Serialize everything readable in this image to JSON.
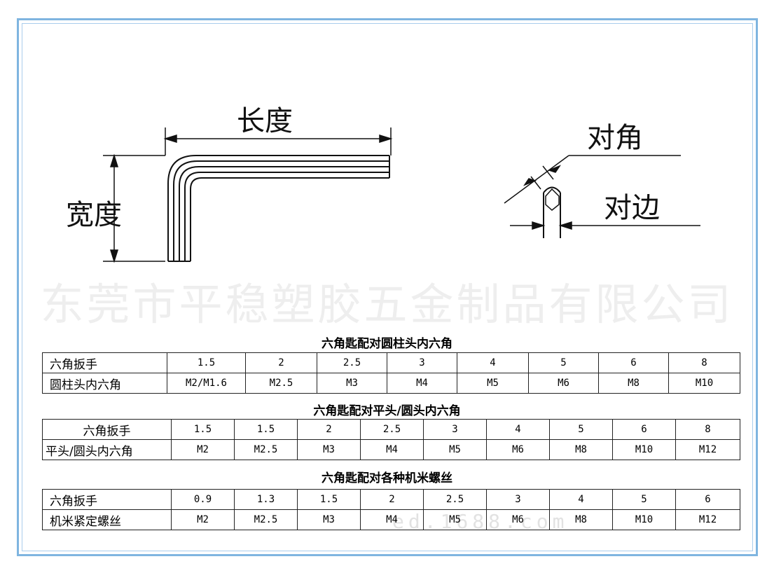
{
  "diagram": {
    "length_label": "长度",
    "width_label": "宽度",
    "across_corners_label": "对角",
    "across_flats_label": "对边"
  },
  "watermark": "东莞市平稳塑胶五金制品有限公司",
  "watermark_url": "ed.1688.com",
  "tables": [
    {
      "title": "六角匙配对圆柱头内六角",
      "row1_label": "六角扳手",
      "row2_label": "圆柱头内六角",
      "wrench": [
        "1.5",
        "2",
        "2.5",
        "3",
        "4",
        "5",
        "6",
        "8"
      ],
      "screw": [
        "M2/M1.6",
        "M2.5",
        "M3",
        "M4",
        "M5",
        "M6",
        "M8",
        "M10"
      ]
    },
    {
      "title": "六角匙配对平头/圆头内六角",
      "row1_label": "六角扳手",
      "row2_label": "平头/圆头内六角",
      "wrench": [
        "1.5",
        "1.5",
        "2",
        "2.5",
        "3",
        "4",
        "5",
        "6",
        "8"
      ],
      "screw": [
        "M2",
        "M2.5",
        "M3",
        "M4",
        "M5",
        "M6",
        "M8",
        "M10",
        "M12"
      ]
    },
    {
      "title": "六角匙配对各种机米螺丝",
      "row1_label": "六角扳手",
      "row2_label": "机米紧定螺丝",
      "wrench": [
        "0.9",
        "1.3",
        "1.5",
        "2",
        "2.5",
        "3",
        "4",
        "5",
        "6"
      ],
      "screw": [
        "M2",
        "M2.5",
        "M3",
        "M4",
        "M5",
        "M6",
        "M8",
        "M10",
        "M12"
      ]
    }
  ]
}
